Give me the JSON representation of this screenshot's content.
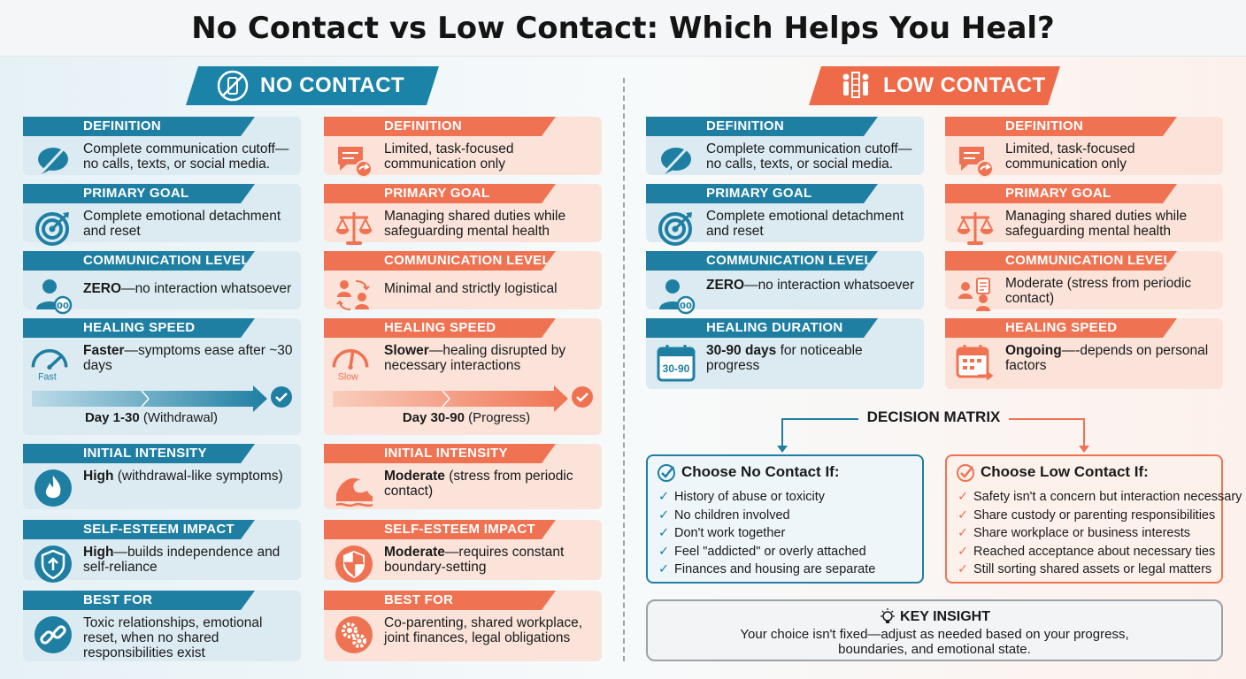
{
  "title": "No Contact vs Low Contact: Which Helps You Heal?",
  "colors": {
    "blue": "#1f7fa3",
    "orange": "#ef7352",
    "blue_bg": "#dcebf2",
    "orange_bg": "#fbe3da"
  },
  "banners": {
    "no_contact": "NO CONTACT",
    "low_contact": "LOW CONTACT"
  },
  "left": {
    "blue": [
      {
        "label": "DEFINITION",
        "icon": "chat-slash-icon",
        "bold": "",
        "text": "Complete communication cutoff—no calls, texts, or social media."
      },
      {
        "label": "PRIMARY GOAL",
        "icon": "target-icon",
        "bold": "",
        "text": "Complete emotional detachment and reset"
      },
      {
        "label": "COMMUNICATION LEVEL",
        "icon": "person-zero-icon",
        "bold": "ZERO",
        "text": "—no interaction whatsoever"
      },
      {
        "label": "HEALING SPEED",
        "icon": "gauge-fast-icon",
        "icon_caption": "Fast",
        "bold": "Faster",
        "text": "—symptoms ease after ~30 days"
      },
      {
        "label": "INITIAL INTENSITY",
        "icon": "flame-icon",
        "bold": "High",
        "text": " (withdrawal-like symptoms)"
      },
      {
        "label": "SELF-ESTEEM IMPACT",
        "icon": "shield-up-icon",
        "bold": "High",
        "text": "—builds independence and self-reliance"
      },
      {
        "label": "BEST FOR",
        "icon": "broken-link-icon",
        "bold": "",
        "text": "Toxic relationships, emotional reset, when no shared responsibilities exist"
      }
    ],
    "orange": [
      {
        "label": "DEFINITION",
        "icon": "chat-arrow-icon",
        "bold": "",
        "text": "Limited, task-focused communication only"
      },
      {
        "label": "PRIMARY GOAL",
        "icon": "scale-icon",
        "bold": "",
        "text": "Managing shared duties while safeguarding mental health"
      },
      {
        "label": "COMMUNICATION LEVEL",
        "icon": "people-exchange-icon",
        "bold": "",
        "text": "Minimal and strictly logistical"
      },
      {
        "label": "HEALING SPEED",
        "icon": "gauge-slow-icon",
        "icon_caption": "Slow",
        "bold": "Slower",
        "text": "—healing disrupted by necessary interactions"
      },
      {
        "label": "INITIAL INTENSITY",
        "icon": "wave-icon",
        "bold": "Moderate",
        "text": " (stress from periodic contact)"
      },
      {
        "label": "SELF-ESTEEM IMPACT",
        "icon": "shield-split-icon",
        "bold": "Moderate",
        "text": "—requires constant boundary-setting"
      },
      {
        "label": "BEST FOR",
        "icon": "gears-icon",
        "bold": "",
        "text": "Co-parenting, shared workplace, joint finances, legal obligations"
      }
    ],
    "progress_blue": {
      "bold": "Day 1-30",
      "text": " (Withdrawal)"
    },
    "progress_orange": {
      "bold": "Day 30-90",
      "text": " (Progress)"
    }
  },
  "right": {
    "blue": [
      {
        "label": "DEFINITION",
        "icon": "chat-slash-icon",
        "bold": "",
        "text": "Complete communication cutoff—no calls, texts, or social media."
      },
      {
        "label": "PRIMARY GOAL",
        "icon": "target-icon",
        "bold": "",
        "text": "Complete emotional detachment and reset"
      },
      {
        "label": "COMMUNICATION LEVEL",
        "icon": "person-zero-icon",
        "bold": "ZERO",
        "text": "—no interaction whatsoever"
      },
      {
        "label": "HEALING DURATION",
        "icon": "calendar-icon",
        "icon_caption": "30-90",
        "bold": "30-90 days",
        "text": " for noticeable progress"
      }
    ],
    "orange": [
      {
        "label": "DEFINITION",
        "icon": "chat-arrow-icon",
        "bold": "",
        "text": "Limited, task-focused communication only"
      },
      {
        "label": "PRIMARY GOAL",
        "icon": "scale-icon",
        "bold": "",
        "text": "Managing shared duties while safeguarding mental health"
      },
      {
        "label": "COMMUNICATION LEVEL",
        "icon": "people-document-icon",
        "bold": "",
        "text": "Moderate (stress from periodic contact)"
      },
      {
        "label": "HEALING SPEED",
        "icon": "calendar-arrow-icon",
        "bold": "Ongoing",
        "text": "—-depends on personal factors"
      }
    ]
  },
  "matrix": {
    "title": "DECISION MATRIX",
    "no_contact": {
      "heading": "Choose No Contact If:",
      "items": [
        "History of abuse or toxicity",
        "No children involved",
        "Don't work together",
        "Feel \"addicted\" or overly attached",
        "Finances and housing are separate"
      ]
    },
    "low_contact": {
      "heading": "Choose Low Contact If:",
      "items": [
        "Safety isn't a concern but interaction necessary",
        "Share custody or parenting responsibilities",
        "Share workplace or business interests",
        "Reached acceptance about necessary ties",
        "Still sorting shared assets or legal matters"
      ]
    }
  },
  "insight": {
    "title": "KEY INSIGHT",
    "body": "Your choice isn't fixed—adjust as needed based on your progress, boundaries, and emotional state."
  }
}
